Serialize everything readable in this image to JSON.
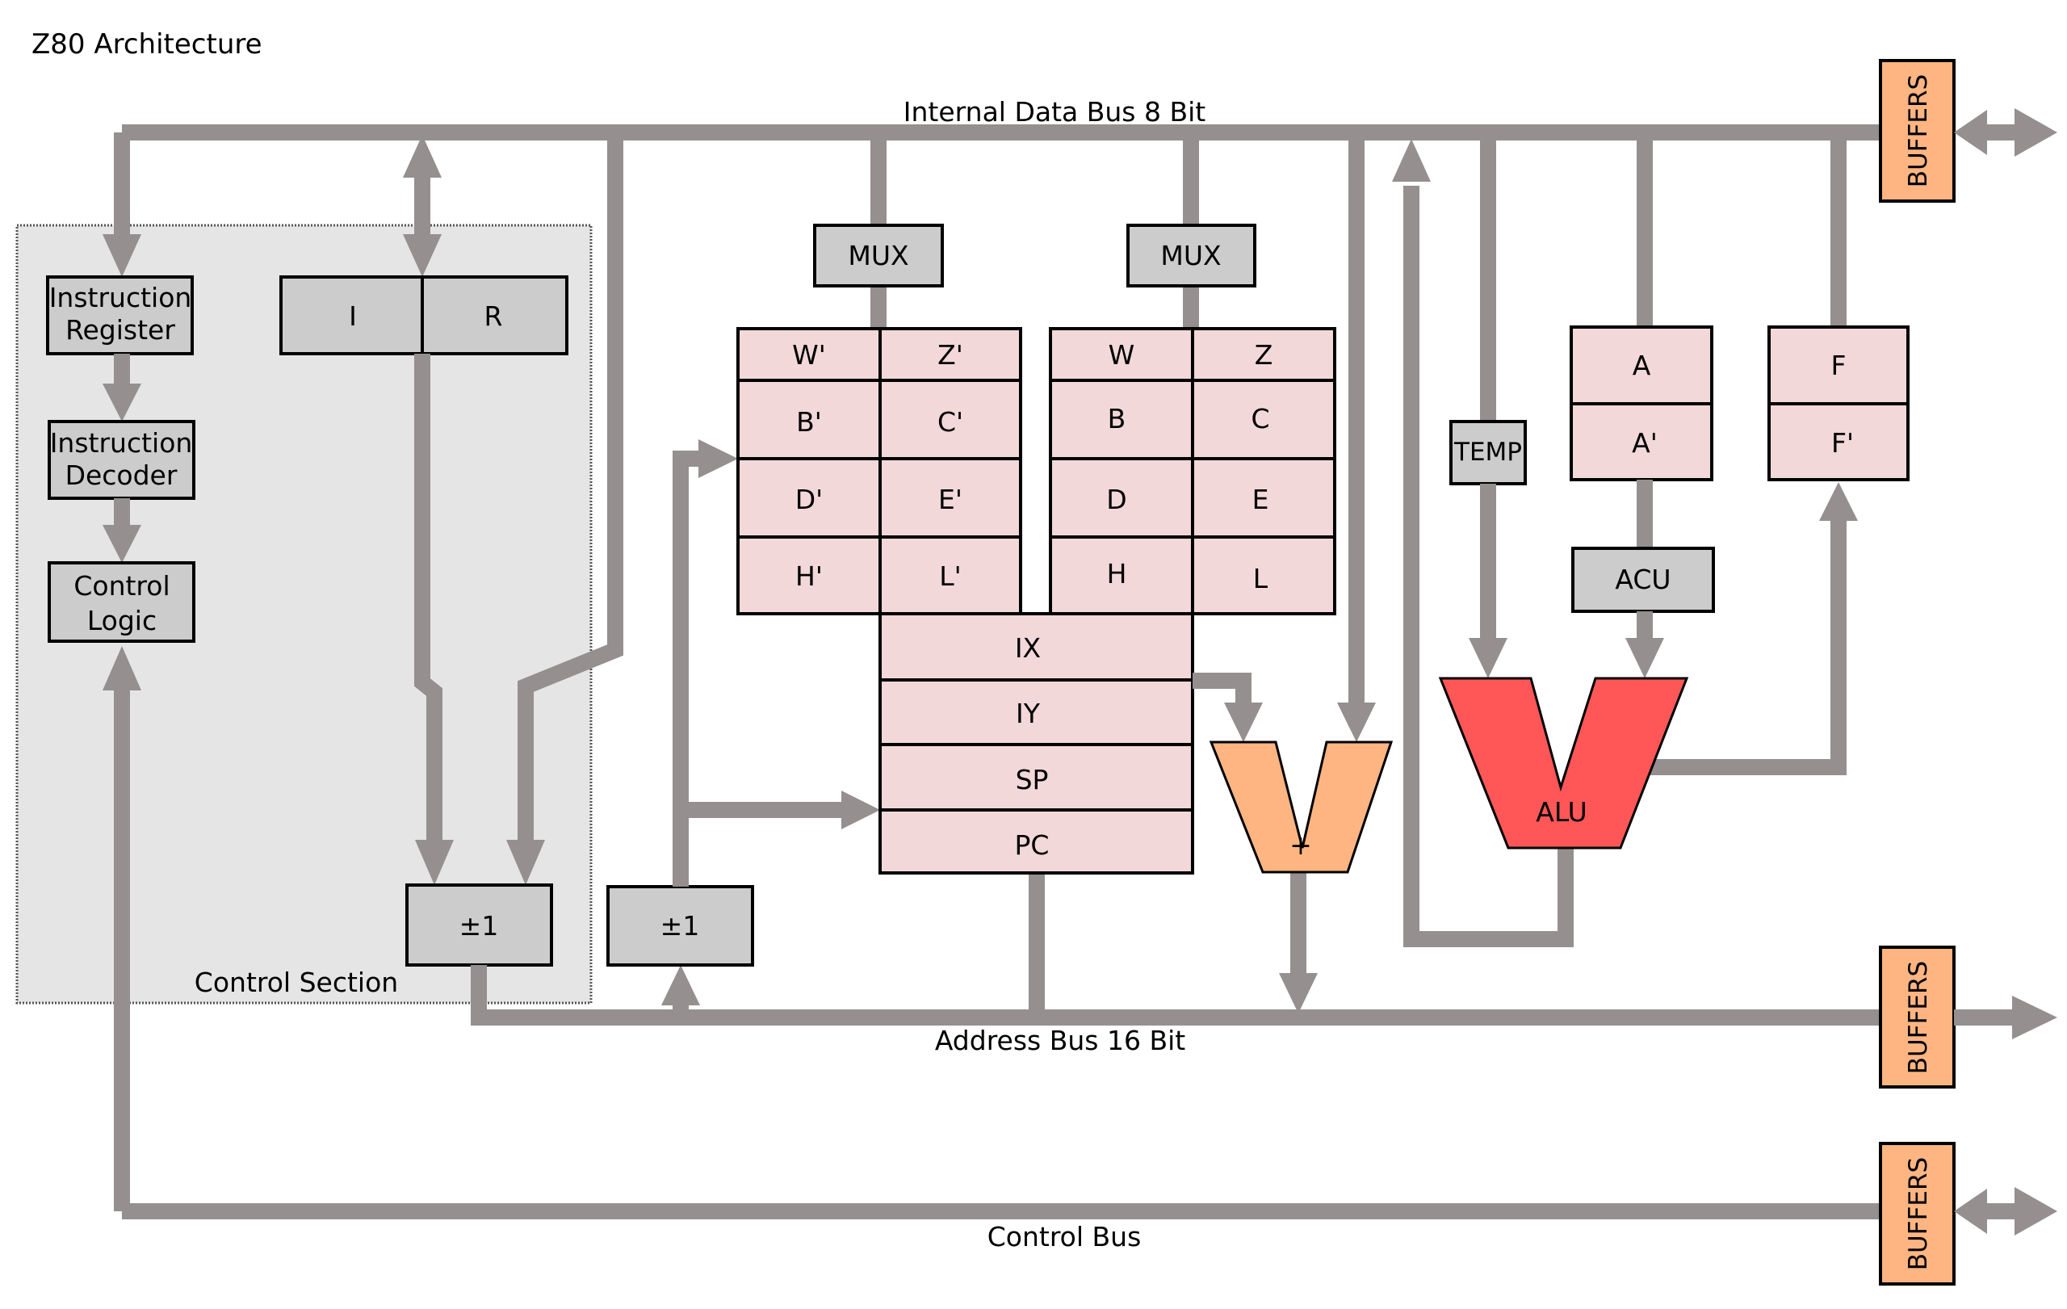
{
  "title": "Z80 Architecture",
  "buses": {
    "data_bus": "Internal Data Bus 8 Bit",
    "address_bus": "Address Bus 16 Bit",
    "control_bus": "Control Bus"
  },
  "control_section": {
    "label": "Control Section",
    "instruction_register": [
      "Instruction",
      "Register"
    ],
    "instruction_decoder": [
      "Instruction",
      "Decoder"
    ],
    "control_logic": [
      "Control",
      "Logic"
    ],
    "i_register": "I",
    "r_register": "R",
    "incrementer": "±1"
  },
  "address_incrementer": "±1",
  "mux_labels": [
    "MUX",
    "MUX"
  ],
  "alternate_bank": {
    "rows": [
      [
        "W'",
        "Z'"
      ],
      [
        "B'",
        "C'"
      ],
      [
        "D'",
        "E'"
      ],
      [
        "H'",
        "L'"
      ]
    ]
  },
  "main_bank": {
    "rows": [
      [
        "W",
        "Z"
      ],
      [
        "B",
        "C"
      ],
      [
        "D",
        "E"
      ],
      [
        "H",
        "L"
      ]
    ]
  },
  "index_registers": [
    "IX",
    "IY",
    "SP",
    "PC"
  ],
  "adder_label": "+",
  "temp_label": "TEMP",
  "accumulator": {
    "a": "A",
    "a_alt": "A'"
  },
  "flags": {
    "f": "F",
    "f_alt": "F'"
  },
  "acu_label": "ACU",
  "alu_label": "ALU",
  "buffers_label": "BUFFERS",
  "colors": {
    "bus": "#958f8f",
    "register": "#f2d8d9",
    "logic_box": "#cccccc",
    "buffer": "#ffb582",
    "alu": "#ff5757",
    "adder": "#ffb582",
    "control_section_bg": "#e5e5e5"
  }
}
